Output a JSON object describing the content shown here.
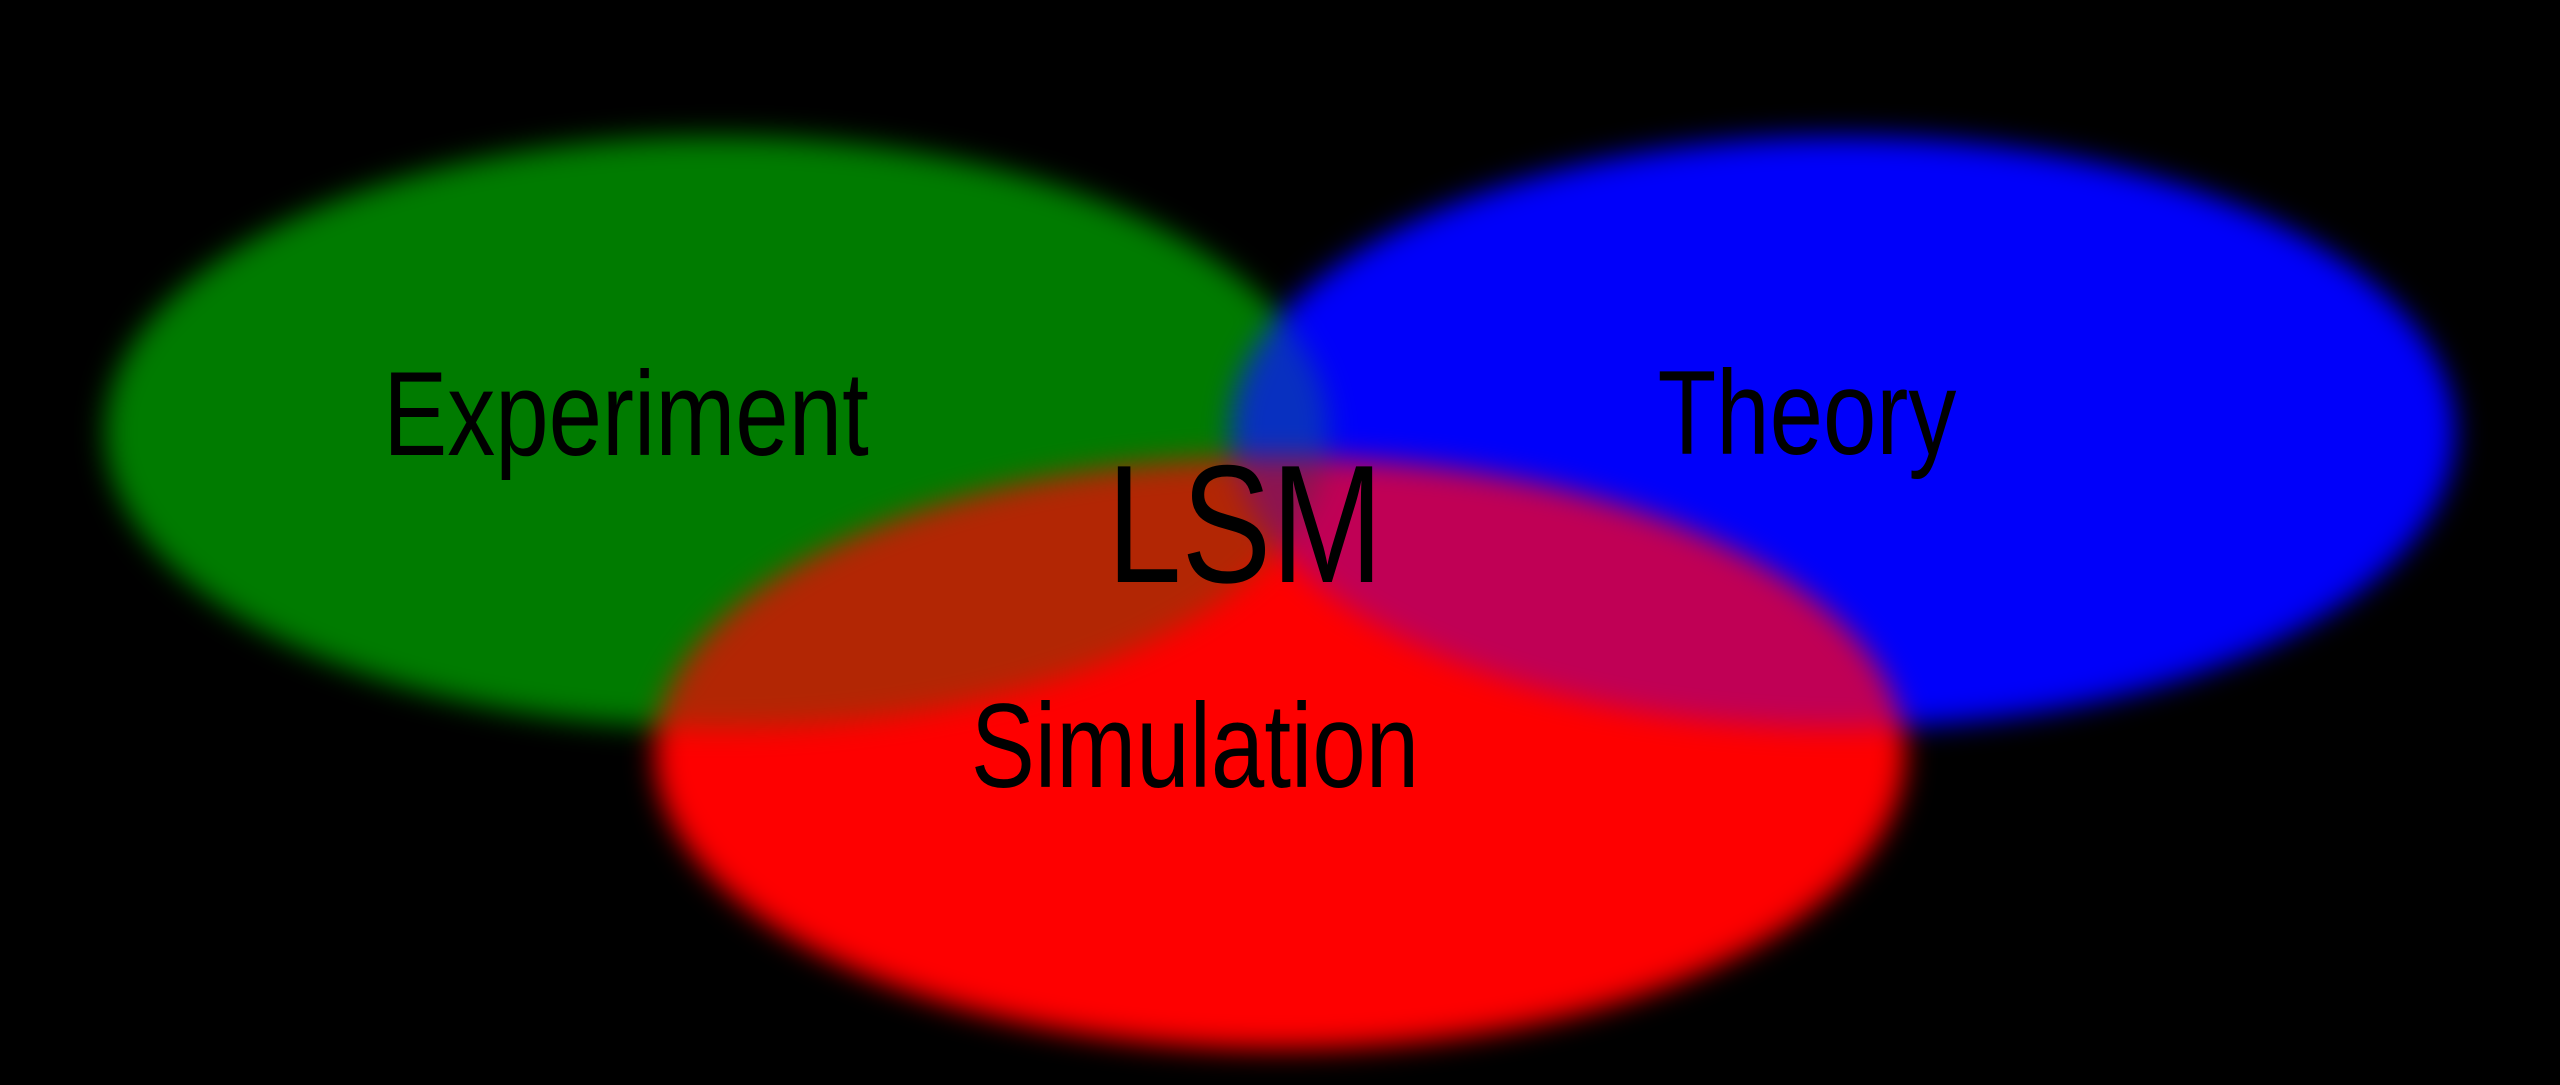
{
  "diagram": {
    "type": "venn",
    "background_color": "#000000",
    "text_color": "#000000",
    "center_label": "LSM",
    "sets": [
      {
        "id": "experiment",
        "label": "Experiment",
        "color": "#007B00"
      },
      {
        "id": "theory",
        "label": "Theory",
        "color": "#0000FA"
      },
      {
        "id": "simulation",
        "label": "Simulation",
        "color": "#FE0000"
      }
    ],
    "overlap_colors": {
      "experiment_theory": "#0830C0",
      "experiment_simulation": "#B22604",
      "theory_simulation": "#C00055",
      "experiment_theory_simulation": "#8C1450"
    }
  }
}
